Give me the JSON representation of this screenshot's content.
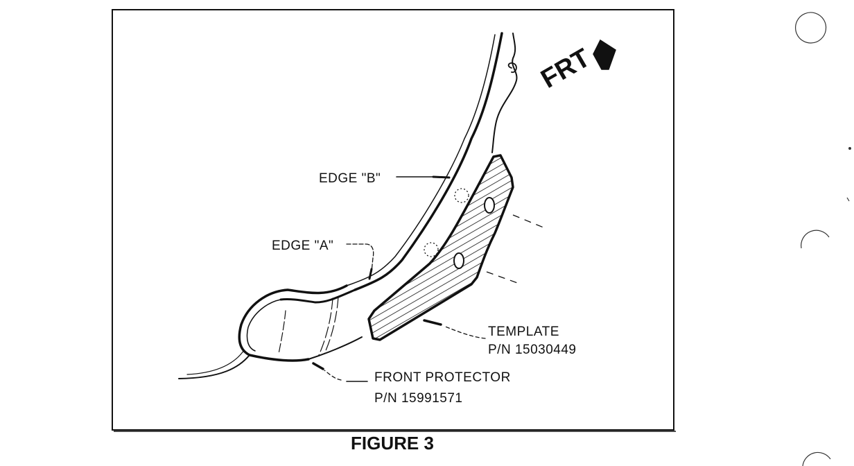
{
  "figure": {
    "caption": "FIGURE 3",
    "direction_label": "FRT",
    "labels": {
      "edge_b": "EDGE \"B\"",
      "edge_a": "EDGE \"A\"",
      "template_name": "TEMPLATE",
      "template_pn": "P/N 15030449",
      "protector_name": "FRONT PROTECTOR",
      "protector_pn": "P/N 15991571"
    }
  }
}
